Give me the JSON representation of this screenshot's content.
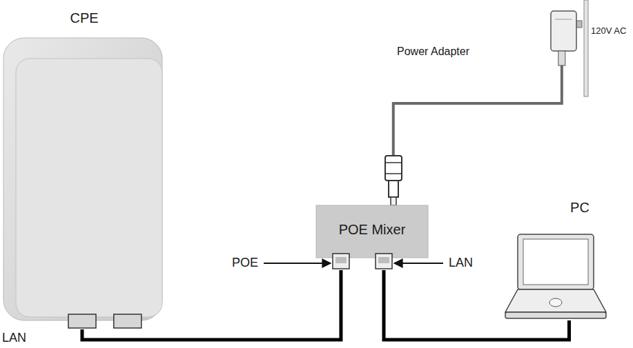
{
  "diagram": {
    "nodes": [
      {
        "text": [
          "CPE"
        ]
      },
      {
        "text": [
          "Power Adapter"
        ]
      },
      {
        "text": [
          "POE Mixer"
        ]
      },
      {
        "text": [
          "PC"
        ]
      }
    ],
    "edges": [
      {
        "from": 0,
        "to": 2,
        "arrow": "none"
      },
      {
        "from": 1,
        "to": 2,
        "arrow": "none"
      },
      {
        "from": 2,
        "to": 3,
        "arrow": "none"
      }
    ],
    "labels": [
      "120V AC",
      "POE",
      "LAN",
      "LAN"
    ]
  }
}
